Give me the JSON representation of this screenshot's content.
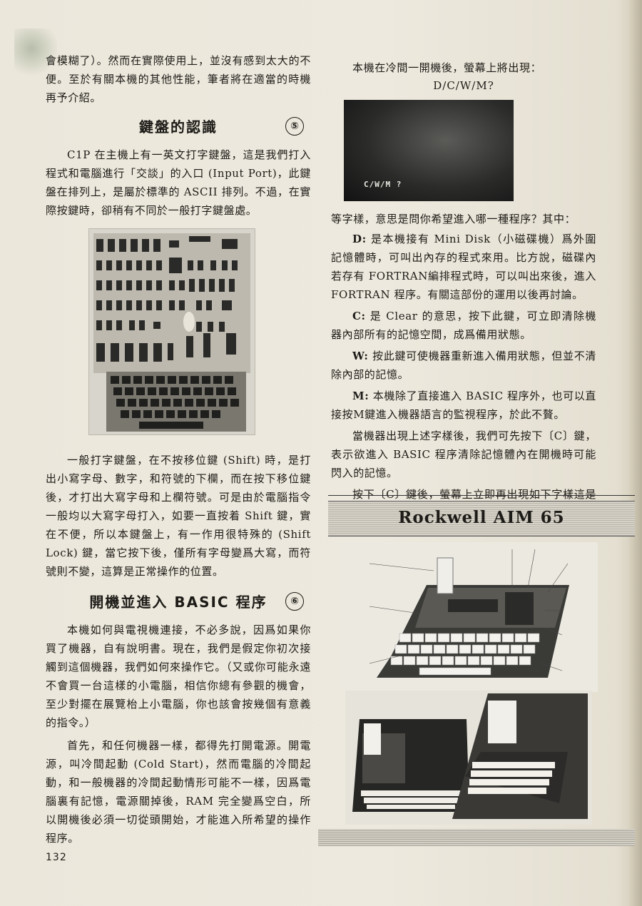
{
  "left": {
    "p_intro": "會模糊了）。然而在實際使用上，並沒有感到太大的不便。至於有關本機的其他性能，筆者將在適當的時機再予介紹。",
    "h_keyboard": "鍵盤的認識",
    "h_keyboard_num": "⑤",
    "p_keyboard_1": "C1P 在主機上有一英文打字鍵盤，這是我們打入程式和電腦進行「交談」的入口 (Input Port)，此鍵盤在排列上，是屬於標準的 ASCII 排列。不過，在實際按鍵時，卻稍有不同於一般打字鍵盤處。",
    "p_keyboard_2": "一般打字鍵盤，在不按移位鍵 (Shift) 時，是打出小寫字母、數字，和符號的下欄，而在按下移位鍵後，才打出大寫字母和上欄符號。可是由於電腦指令一般均以大寫字母打入，如要一直按着 Shift 鍵，實在不便，所以本鍵盤上，有一作用很特殊的 (Shift Lock) 鍵，當它按下後，僅所有字母變爲大寫，而符號則不變，這算是正常操作的位置。",
    "h_basic": "開機並進入 BASIC 程序",
    "h_basic_num": "⑥",
    "p_basic_1": "本機如何與電視機連接，不必多說，因爲如果你買了機器，自有說明書。現在，我們是假定你初次接觸到這個機器，我們如何來操作它。（又或你可能永遠不會買一台這樣的小電腦，相信你總有參觀的機會，至少對擺在展覽枱上小電腦，你也該會按幾個有意義的指令。）",
    "p_basic_2": "首先，和任何機器一樣，都得先打開電源。開電源，叫冷間起動 (Cold Start)，然而電腦的冷間起動，和一般機器的冷間起動情形可能不一樣，因爲電腦裏有記憶，電源關掉後，RAM 完全變爲空白，所以開機後必須一切從頭開始，才能進入所希望的操作程序。"
  },
  "right": {
    "p_start": "本機在冷間一開機後，螢幕上將出現：",
    "prompt": "D/C/W/M?",
    "screen_text": "C/W/M ?",
    "p_options": "等字樣，意思是問你希望進入哪一種程序？其中：",
    "d_key": "D:",
    "d_text": "是本機接有 Mini Disk（小磁碟機）爲外圍記憶體時，可叫出內存的程式來用。比方說，磁碟內若存有 FORTRAN編排程式時，可以叫出來後，進入 FORTRAN 程序。有關這部份的運用以後再討論。",
    "c_key": "C:",
    "c_text": "是 Clear 的意思，按下此鍵，可立即清除機器內部所有的記憶空間，成爲備用狀態。",
    "w_key": "W:",
    "w_text": "按此鍵可使機器重新進入備用狀態，但並不清除內部的記憶。",
    "m_key": "M:",
    "m_text": "本機除了直接進入 BASIC 程序外，也可以直接按M鍵進入機器語言的監視程序，於此不贅。",
    "p_c_key": "當機器出現上述字樣後，我們可先按下〔C〕鍵，表示欲進入 BASIC 程序清除記憶體內在開機時可能閃入的記憶。",
    "p_after": "按下〔C〕鍵後，螢幕上立即再出現如下字樣這是問你能用的記憶體空間有多少？此時除非你有特"
  },
  "banner": {
    "title": "Rockwell AIM 65"
  },
  "page_number": "132"
}
